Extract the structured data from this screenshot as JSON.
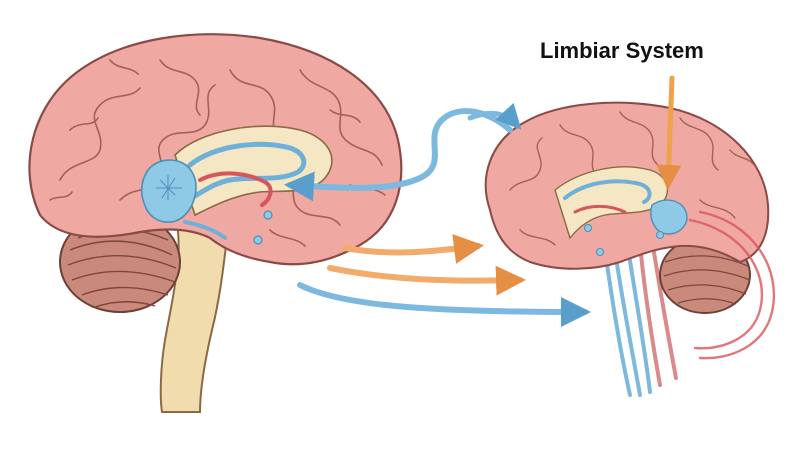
{
  "figure": {
    "title": "Limbiar System"
  },
  "colors": {
    "cortex": "#f0a8a2",
    "cortex_outline": "#8a4a46",
    "sulci": "#a4605a",
    "cerebellum": "#c98a7c",
    "brainstem": "#f1dcae",
    "limbic_blue": "#8ec9e6",
    "limbic_red": "#d9545b",
    "arrow_blue": "#7db9de",
    "arrow_orange": "#f2ab6a",
    "pointer_orange": "#f0a24a"
  },
  "icons": {
    "large_brain": "brain-sagittal-illustration",
    "small_brain": "brain-sagittal-illustration",
    "arrows": "flow-arrows"
  }
}
